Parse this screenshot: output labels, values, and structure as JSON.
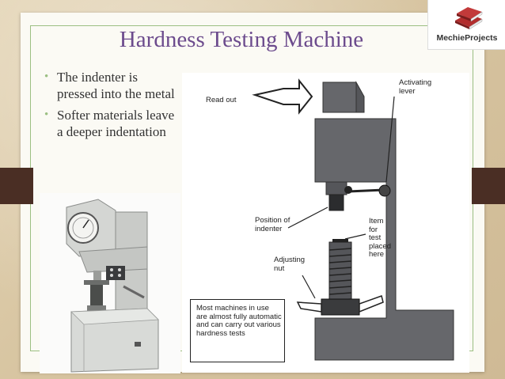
{
  "slide": {
    "title": "Hardness Testing Machine",
    "bullets": [
      "The indenter is pressed into the metal",
      "Softer materials leave a deeper indentation"
    ]
  },
  "logo": {
    "text": "MechieProjects",
    "icon": "books-icon"
  },
  "diagram": {
    "labels": {
      "read_out": "Read out",
      "activating_lever": "Activating\nlever",
      "position_of_indenter": "Position of\nindenter",
      "item_for_test": "Item\nfor\ntest\nplaced\nhere",
      "adjusting_nut": "Adjusting\nnut"
    },
    "note": "Most machines in use are almost fully automatic and can carry out various hardness tests"
  },
  "photo": {
    "subject": "hardness-tester-photo"
  },
  "colors": {
    "title": "#6c4b8d",
    "accent_green": "#9bbf82",
    "tab_brown": "#4a2e24",
    "machine_gray": "#66676b"
  }
}
